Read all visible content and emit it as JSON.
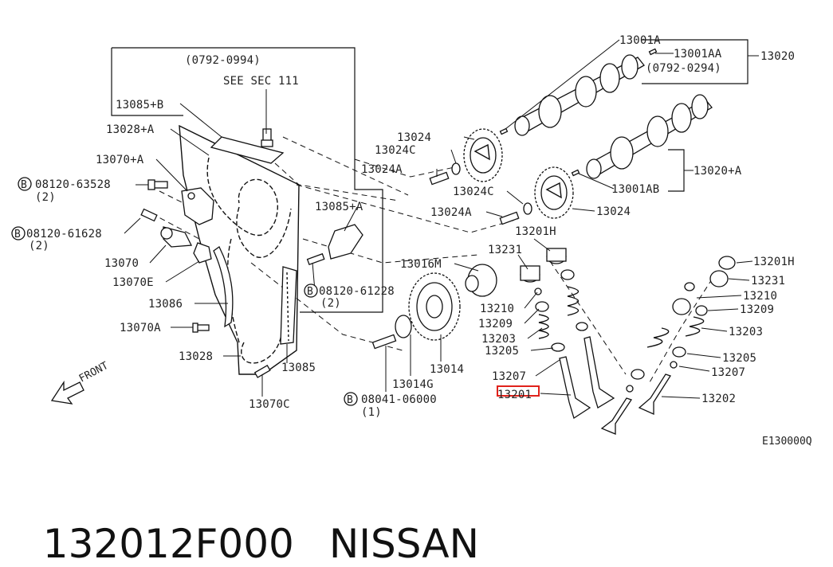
{
  "diagram": {
    "labels": {
      "c0792_0994": "(0792-0994)",
      "see_sec": "SEE SEC 111",
      "p13085B": "13085+B",
      "p13028A": "13028+A",
      "p13070A": "13070+A",
      "b63528": "08120-63528",
      "b63528q": "(2)",
      "b61628": "08120-61628",
      "b61628q": "(2)",
      "p13070": "13070",
      "p13070E": "13070E",
      "p13086": "13086",
      "p13070Ab": "13070A",
      "p13028": "13028",
      "p13070C": "13070C",
      "p13085": "13085",
      "p13085A": "13085+A",
      "b61228": "08120-61228",
      "b61228q": "(2)",
      "p13016M": "13016M",
      "p13014": "13014",
      "p13014G": "13014G",
      "b06000": "08041-06000",
      "b06000q": "(1)",
      "p13024_top": "13024",
      "p13024C_top": "13024C",
      "p13024A_top": "13024A",
      "p13024C_mid": "13024C",
      "p13024A_mid": "13024A",
      "p13024_mid": "13024",
      "p13001A": "13001A",
      "p13001AA": "13001AA",
      "c0792_0294": "(0792-0294)",
      "p13020": "13020",
      "p13020A": "13020+A",
      "p13001AB": "13001AB",
      "p13201H_l": "13201H",
      "p13231_l": "13231",
      "p13210_l": "13210",
      "p13209_l": "13209",
      "p13203_l": "13203",
      "p13205_l": "13205",
      "p13207_l": "13207",
      "p13201_l": "13201",
      "p13201H_r": "13201H",
      "p13231_r": "13231",
      "p13210_r": "13210",
      "p13209_r": "13209",
      "p13203_r": "13203",
      "p13205_r": "13205",
      "p13207_r": "13207",
      "p13202_r": "13202",
      "front": "FRONT",
      "figure_code": "E130000Q",
      "bolt_mark": "B"
    },
    "highlight_color": "#e0221b"
  },
  "caption": {
    "part_number": "132012F000",
    "brand": "NISSAN"
  }
}
